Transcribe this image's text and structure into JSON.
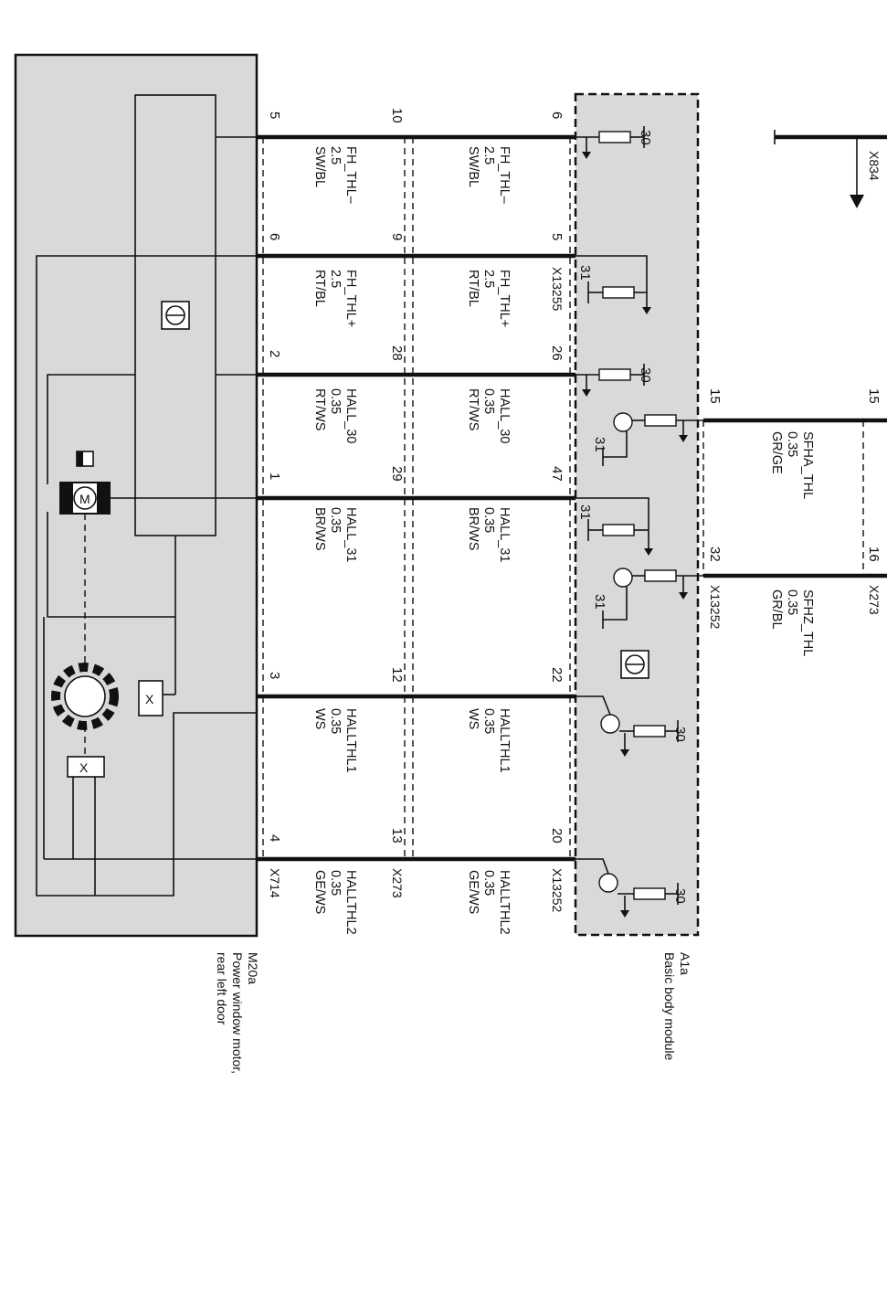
{
  "modules": {
    "motor": {
      "id": "M20a",
      "desc1": "Power window motor,",
      "desc2": "rear left door",
      "connector": "X714"
    },
    "bbm": {
      "id": "A1a",
      "desc": "Basic body module",
      "connector_a": "X13252",
      "connector_b": "X13255",
      "connector_c": "X13252"
    },
    "inline_connector": "X273",
    "right_connector_top": "X834",
    "right_connector_bottom": "X273"
  },
  "wires": [
    {
      "m_pin": "5",
      "x273_pin": "10",
      "bbm_pin": "6",
      "name": "FH_THL–",
      "size": "2.5",
      "color": "SW/BL"
    },
    {
      "m_pin": "6",
      "x273_pin": "9",
      "bbm_pin": "5",
      "name": "FH_THL+",
      "size": "2.5",
      "color": "RT/BL"
    },
    {
      "m_pin": "2",
      "x273_pin": "28",
      "bbm_pin": "26",
      "name": "HALL_30",
      "size": "0.35",
      "color": "RT/WS"
    },
    {
      "m_pin": "1",
      "x273_pin": "29",
      "bbm_pin": "47",
      "name": "HALL_31",
      "size": "0.35",
      "color": "BR/WS"
    },
    {
      "m_pin": "3",
      "x273_pin": "12",
      "bbm_pin": "22",
      "name": "HALLTHL1",
      "size": "0.35",
      "color": "WS"
    },
    {
      "m_pin": "4",
      "x273_pin": "13",
      "bbm_pin": "20",
      "name": "HALLTHL2",
      "size": "0.35",
      "color": "GE/WS"
    }
  ],
  "right_wires": [
    {
      "pin_a": "15",
      "pin_b": "15",
      "name": "SFHA_THL",
      "size": "0.35",
      "color": "GR/GE"
    },
    {
      "pin_a": "32",
      "pin_b": "16",
      "name": "SFHZ_THL",
      "size": "0.35",
      "color": "GR/BL"
    }
  ],
  "terminals": {
    "t30": "30",
    "t31": "31"
  },
  "motor_symbol": "M",
  "switch_symbol": "X"
}
